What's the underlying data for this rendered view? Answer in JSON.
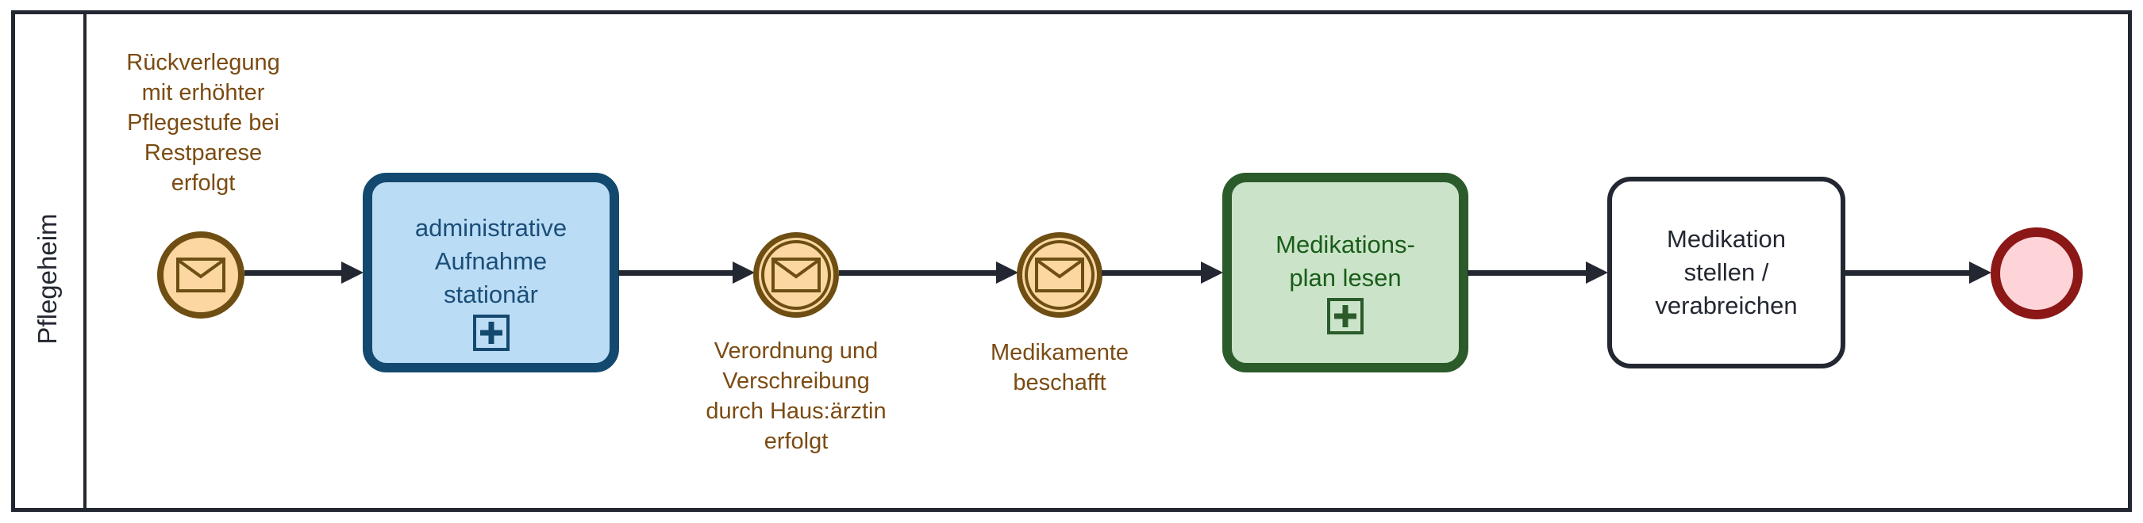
{
  "pool": {
    "lane_label": "Pflegeheim"
  },
  "nodes": {
    "start_event": {
      "type": "message-start-event",
      "label_lines": [
        "Rückverlegung",
        "mit erhöhter",
        "Pflegestufe bei",
        "Restparese",
        "erfolgt"
      ]
    },
    "task_admission": {
      "type": "collapsed-subprocess",
      "label_lines": [
        "administrative",
        "Aufnahme",
        "stationär"
      ]
    },
    "event_prescription": {
      "type": "message-intermediate-catch-event",
      "label_lines": [
        "Verordnung und",
        "Verschreibung",
        "durch Haus:ärztin",
        "erfolgt"
      ]
    },
    "event_meds_procured": {
      "type": "message-intermediate-catch-event",
      "label_lines": [
        "Medikamente",
        "beschafft"
      ]
    },
    "task_read_plan": {
      "type": "collapsed-subprocess",
      "label_lines": [
        "Medikations-",
        "plan lesen"
      ]
    },
    "task_administer": {
      "type": "task",
      "label_lines": [
        "Medikation",
        "stellen /",
        "verabreichen"
      ]
    },
    "end_event": {
      "type": "end-event"
    }
  },
  "colors": {
    "line": "#232731",
    "event_border": "#6E4E12",
    "event_fill": "#FCD7A1",
    "event_label_text": "#7B4B12",
    "blue_task_border": "#14496F",
    "blue_task_fill": "#BBDCF5",
    "blue_task_text": "#1A4E78",
    "green_task_border": "#2B5B2B",
    "green_task_fill": "#CBE4C9",
    "green_task_text": "#1A5C1A",
    "end_event_border": "#8C1717",
    "end_event_fill": "#FFD4D8"
  }
}
